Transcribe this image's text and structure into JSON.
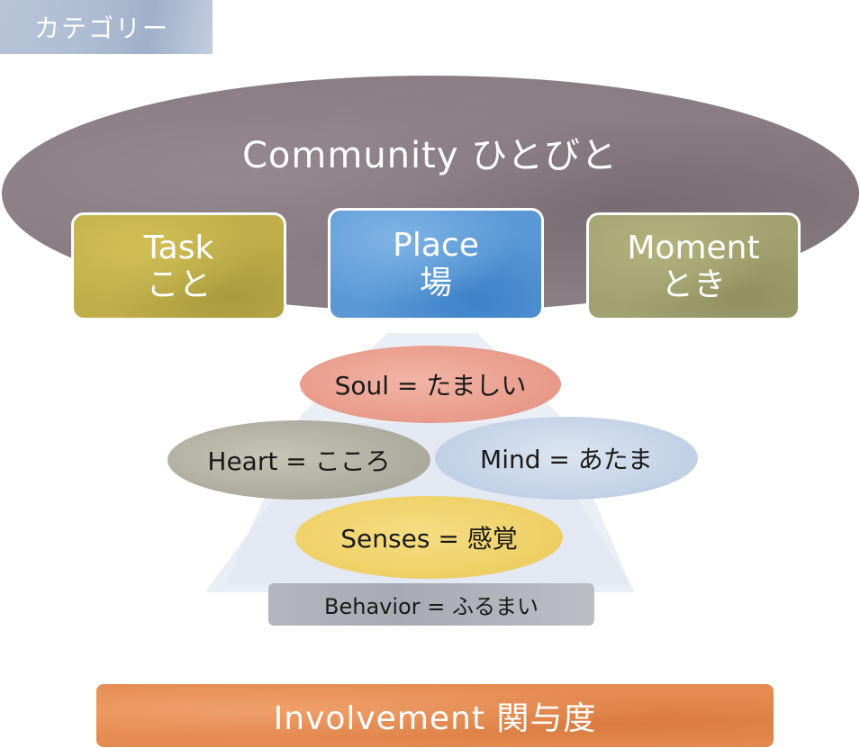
{
  "category_tag": "カテゴリー",
  "community": "Community ひとびと",
  "categories": {
    "task": {
      "title": "Task",
      "subtitle": "こと"
    },
    "place": {
      "title": "Place",
      "subtitle": "場"
    },
    "moment": {
      "title": "Moment",
      "subtitle": "とき"
    }
  },
  "layers": {
    "soul": "Soul = たましい",
    "heart": "Heart = こころ",
    "mind": "Mind = あたま",
    "senses": "Senses = 感覚",
    "behavior": "Behavior = ふるまい"
  },
  "involvement": "Involvement 関与度",
  "colors": {
    "category_tag": "#aebcd2",
    "community": "#8a7e84",
    "task": "#bfae49",
    "place": "#5a98d6",
    "moment": "#a2a170",
    "soul": "#e99d8c",
    "heart": "#aeada0",
    "mind": "#c4d3e7",
    "senses": "#efd168",
    "behavior": "#a8aab1",
    "involvement": "#e48b51"
  }
}
